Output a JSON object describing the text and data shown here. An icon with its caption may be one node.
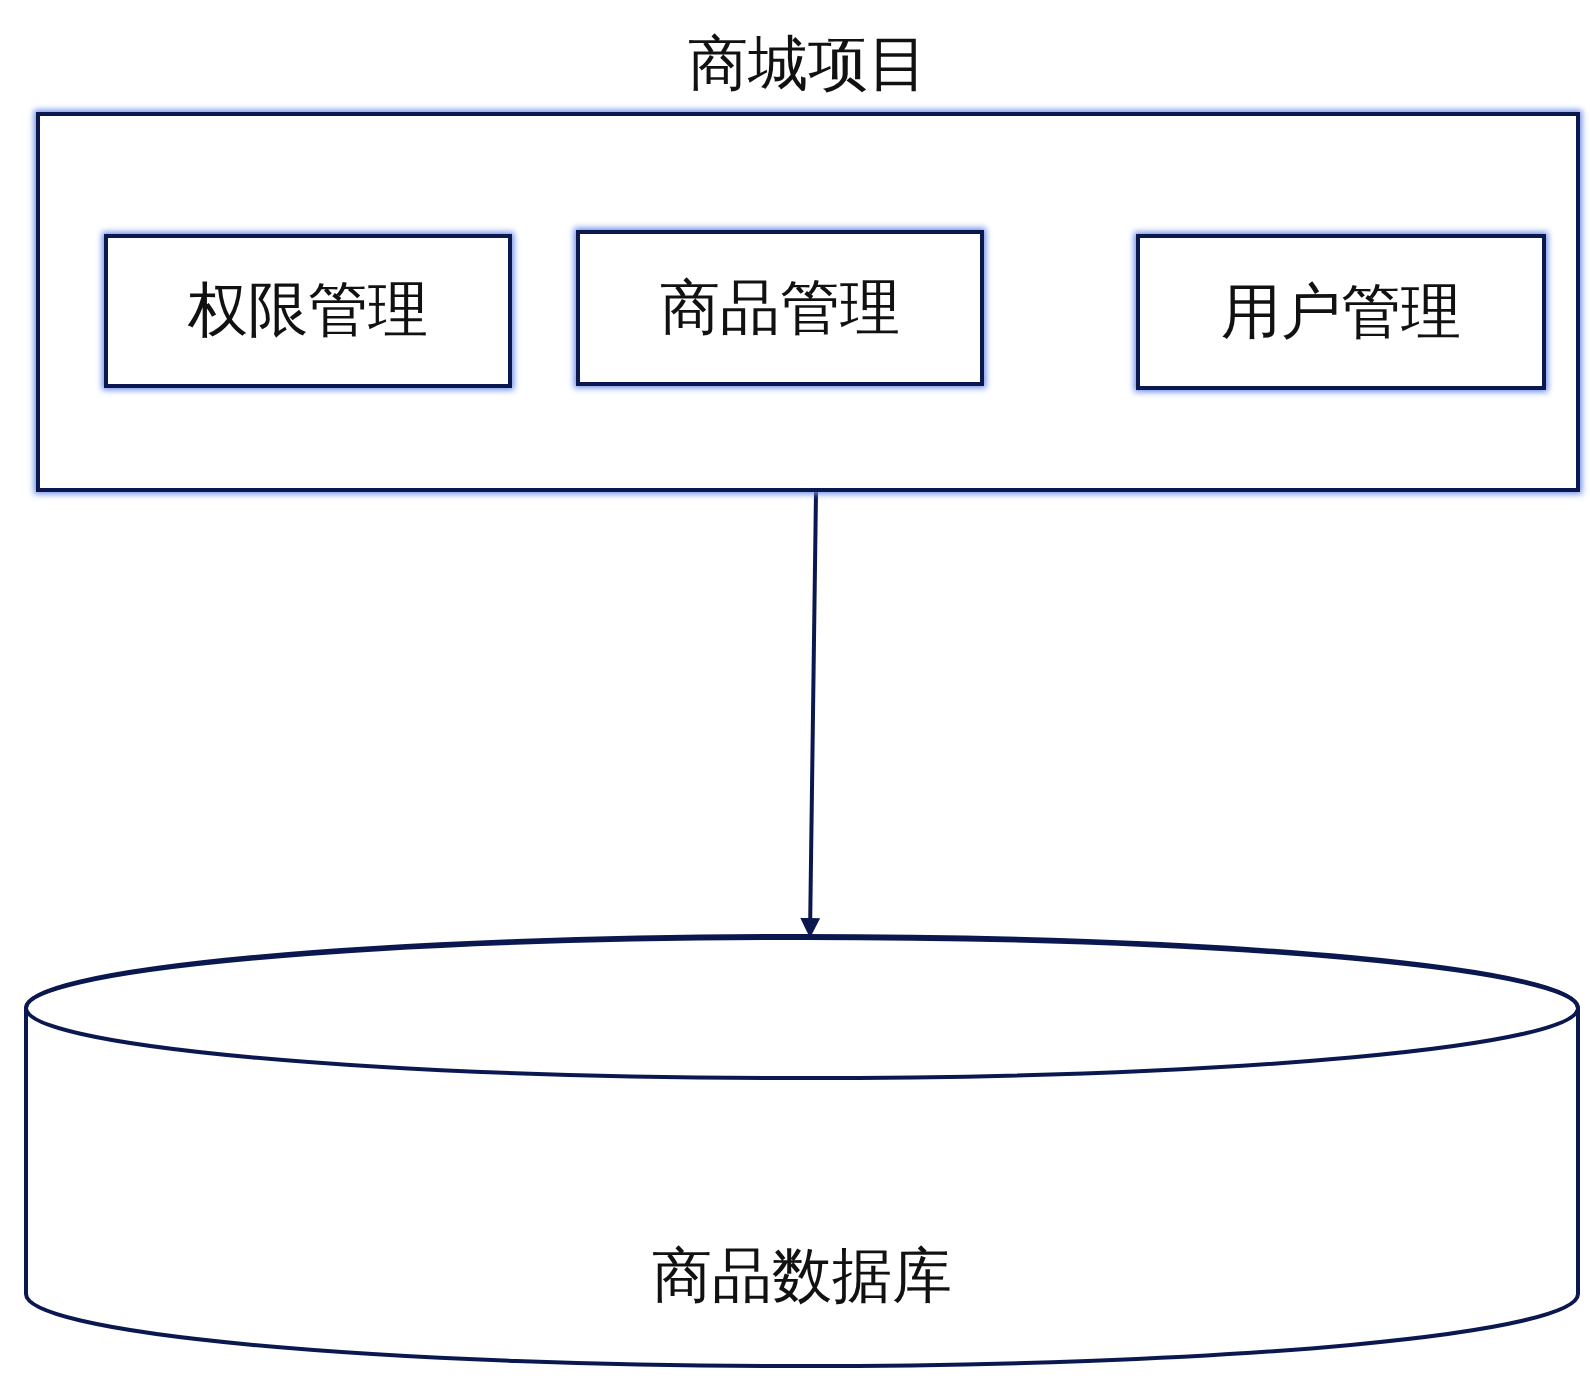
{
  "diagram": {
    "nodes": [
      {
        "text": [
          "商城项目"
        ]
      },
      {
        "text": [
          "权限管理"
        ],
        "in": 0
      },
      {
        "text": [
          "商品管理"
        ],
        "in": 0
      },
      {
        "text": [
          "用户管理"
        ],
        "in": 0
      },
      {
        "text": [
          "商品数据库"
        ]
      }
    ],
    "edges": [
      {
        "from": 0,
        "to": 4,
        "arrow": "to"
      }
    ]
  }
}
